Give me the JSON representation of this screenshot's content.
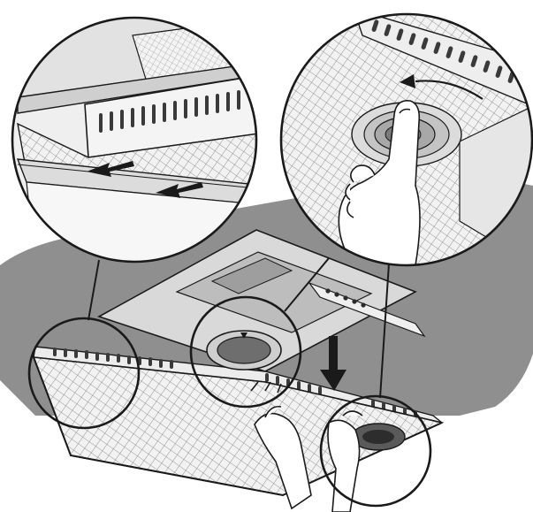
{
  "figure": {
    "kind": "line-art-illustration",
    "colors": {
      "background": "#ffffff",
      "cabinet_shadow": "#8f8f8f",
      "line": "#1a1a1a",
      "panel_light": "#efefef",
      "panel_mid": "#d4d4d4"
    },
    "icons": [
      "range-hood-underside",
      "filter-slide-out-detail",
      "filter-release-knob-detail",
      "hand-rotating-knob",
      "hands-removing-filter",
      "direction-arrows"
    ]
  }
}
